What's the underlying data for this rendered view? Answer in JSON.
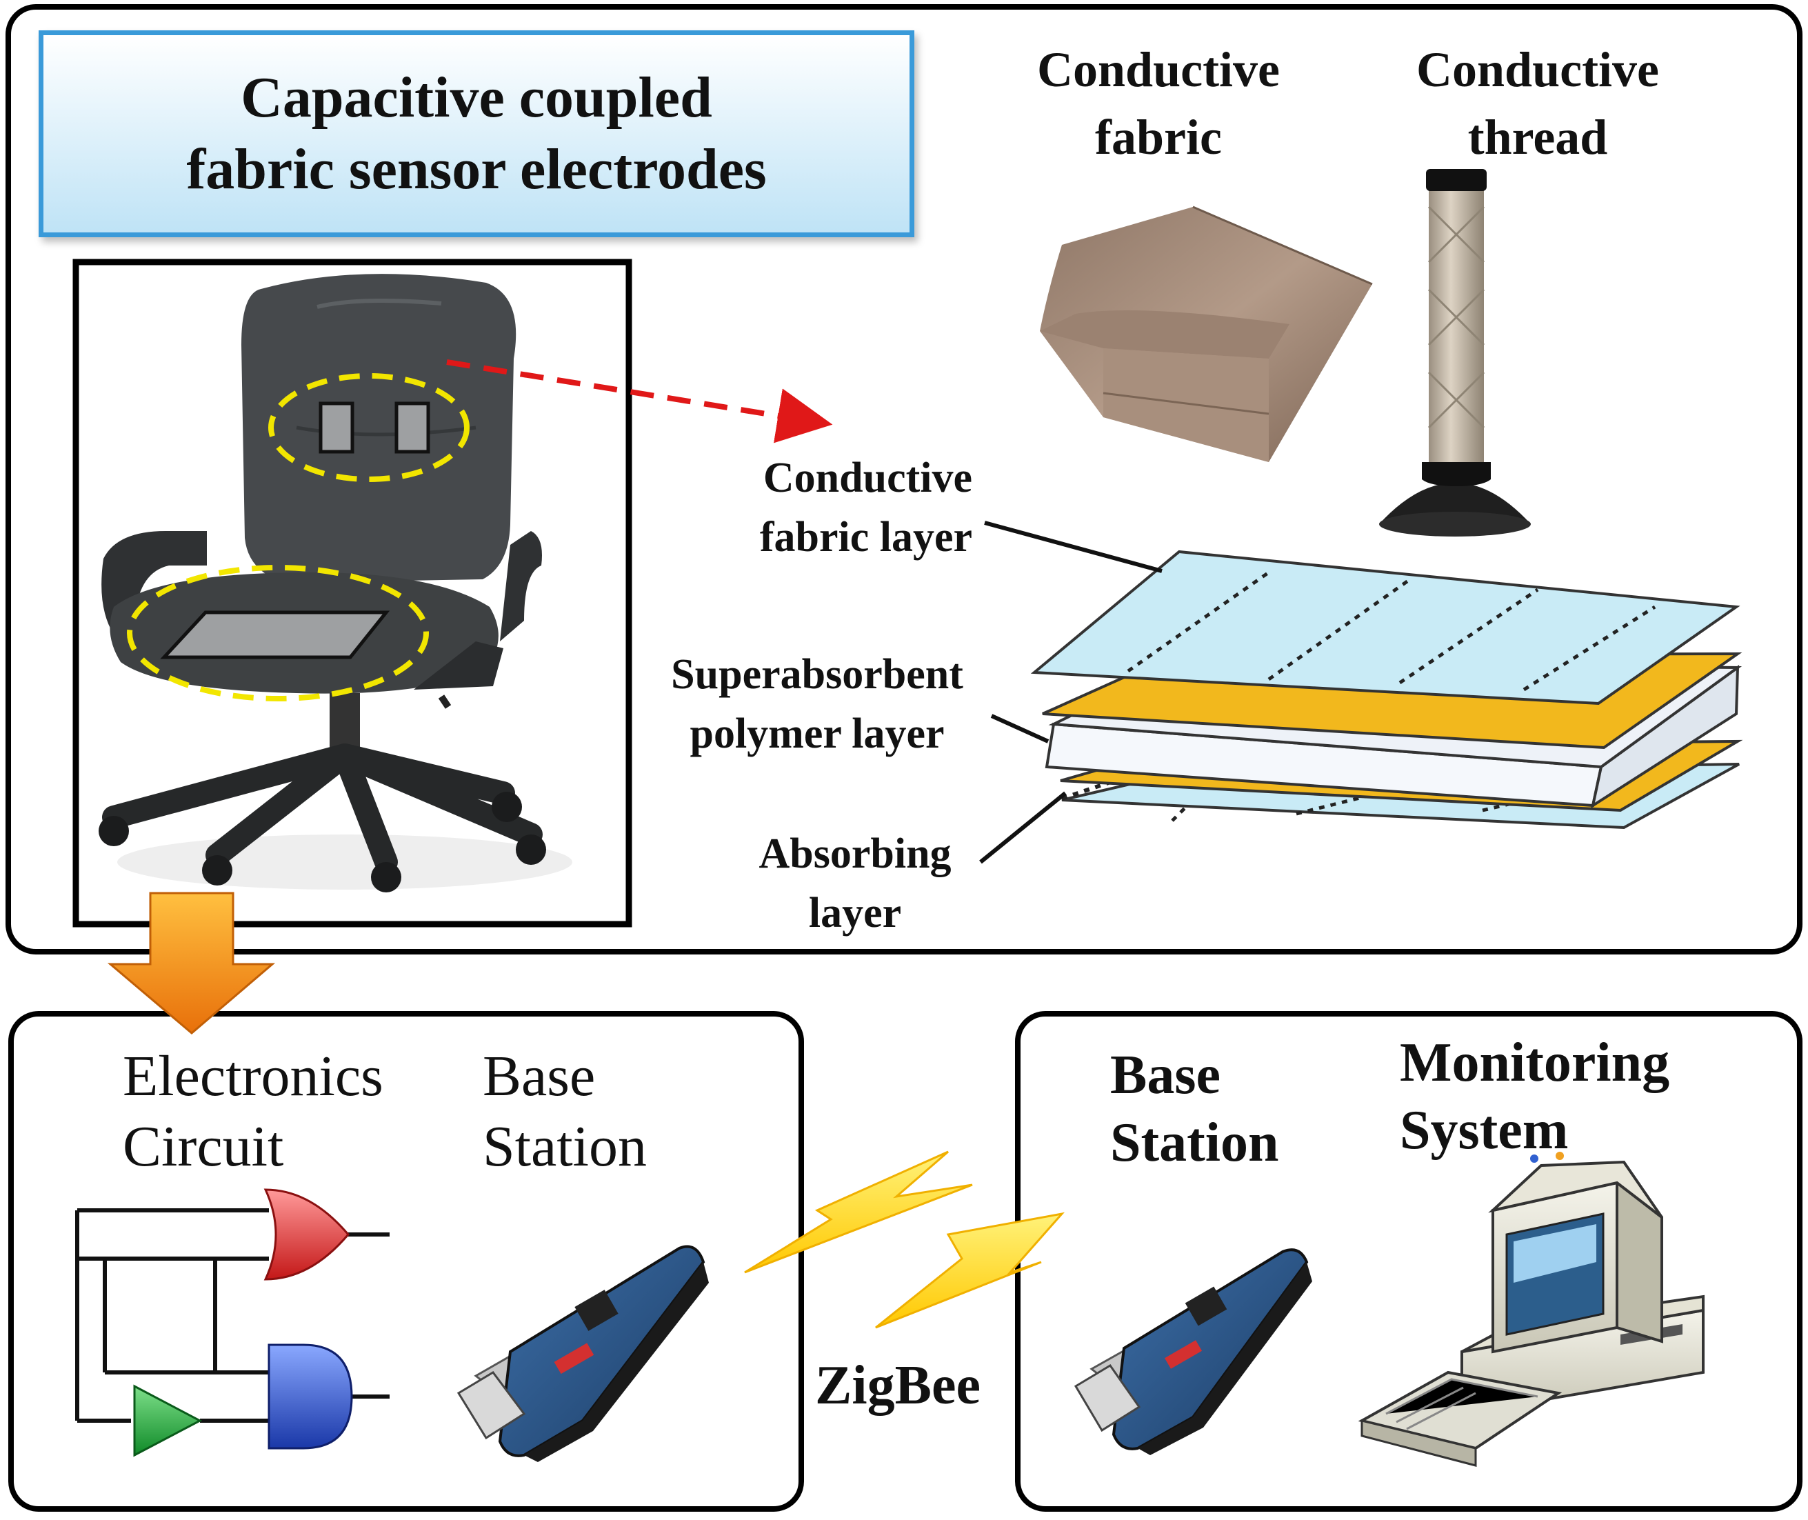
{
  "title": {
    "line1": "Capacitive coupled",
    "line2": "fabric sensor electrodes"
  },
  "materials": {
    "fabric": {
      "line1": "Conductive",
      "line2": "fabric"
    },
    "thread": {
      "line1": "Conductive",
      "line2": "thread"
    }
  },
  "layers": {
    "conductive": {
      "line1": "Conductive",
      "line2": "fabric layer"
    },
    "superabsorbent": {
      "line1": "Superabsorbent",
      "line2": "polymer layer"
    },
    "absorbing": {
      "line1": "Absorbing",
      "line2": "layer"
    }
  },
  "transmitter": {
    "circuit": {
      "line1": "Electronics",
      "line2": "Circuit"
    },
    "base": {
      "line1": "Base",
      "line2": "Station"
    }
  },
  "link": {
    "label": "ZigBee"
  },
  "receiver": {
    "base": {
      "line1": "Base",
      "line2": "Station"
    },
    "monitor": {
      "line1": "Monitoring",
      "line2": "System"
    }
  },
  "colors": {
    "title_border": "#3a9ad9",
    "dashed_arrow": "#e01818",
    "ellipse": "#f2e600",
    "down_arrow": "#f08a10",
    "lightning": "#ffd700",
    "fabric_layer": "#c9ebf6",
    "polymer_layer": "#f2b81d",
    "or_gate": "#e23a3a",
    "and_gate": "#2e55c8",
    "buffer": "#1ea63a"
  }
}
